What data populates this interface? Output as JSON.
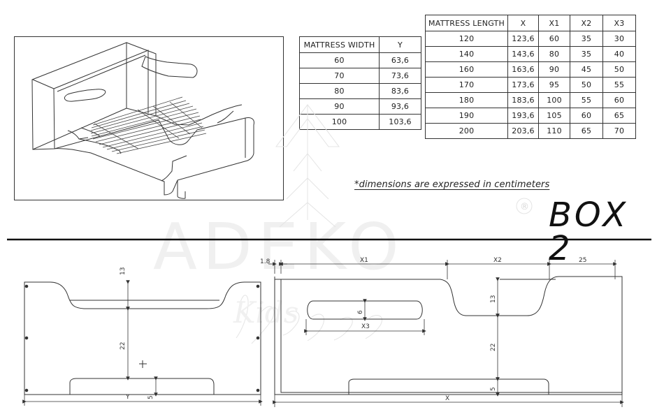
{
  "title": "BOX 2",
  "note": "*dimensions are expressed in centimeters",
  "watermark": "ADEKO",
  "watermark_mark": "®",
  "watermark_script": "Kids",
  "width_table": {
    "headers": [
      "MATTRESS WIDTH",
      "Y"
    ],
    "rows": [
      [
        "60",
        "63,6"
      ],
      [
        "70",
        "73,6"
      ],
      [
        "80",
        "83,6"
      ],
      [
        "90",
        "93,6"
      ],
      [
        "100",
        "103,6"
      ]
    ]
  },
  "length_table": {
    "headers": [
      "MATTRESS LENGTH",
      "X",
      "X1",
      "X2",
      "X3"
    ],
    "rows": [
      [
        "120",
        "123,6",
        "60",
        "35",
        "30"
      ],
      [
        "140",
        "143,6",
        "80",
        "35",
        "40"
      ],
      [
        "160",
        "163,6",
        "90",
        "45",
        "50"
      ],
      [
        "170",
        "173,6",
        "95",
        "50",
        "55"
      ],
      [
        "180",
        "183,6",
        "100",
        "55",
        "60"
      ],
      [
        "190",
        "193,6",
        "105",
        "60",
        "65"
      ],
      [
        "200",
        "203,6",
        "110",
        "65",
        "70"
      ]
    ]
  },
  "dimensions": {
    "left_top": "13",
    "left_middle": "22",
    "left_bottom": "5",
    "left_bottom_width": "Y",
    "right_thickness": "1.8",
    "right_x1": "X1",
    "right_x2": "X2",
    "right_25": "25",
    "right_top": "13",
    "right_middle": "22",
    "right_bottom": "5",
    "right_slot_height": "6",
    "right_slot_width": "X3",
    "right_bottom_width": "X"
  }
}
